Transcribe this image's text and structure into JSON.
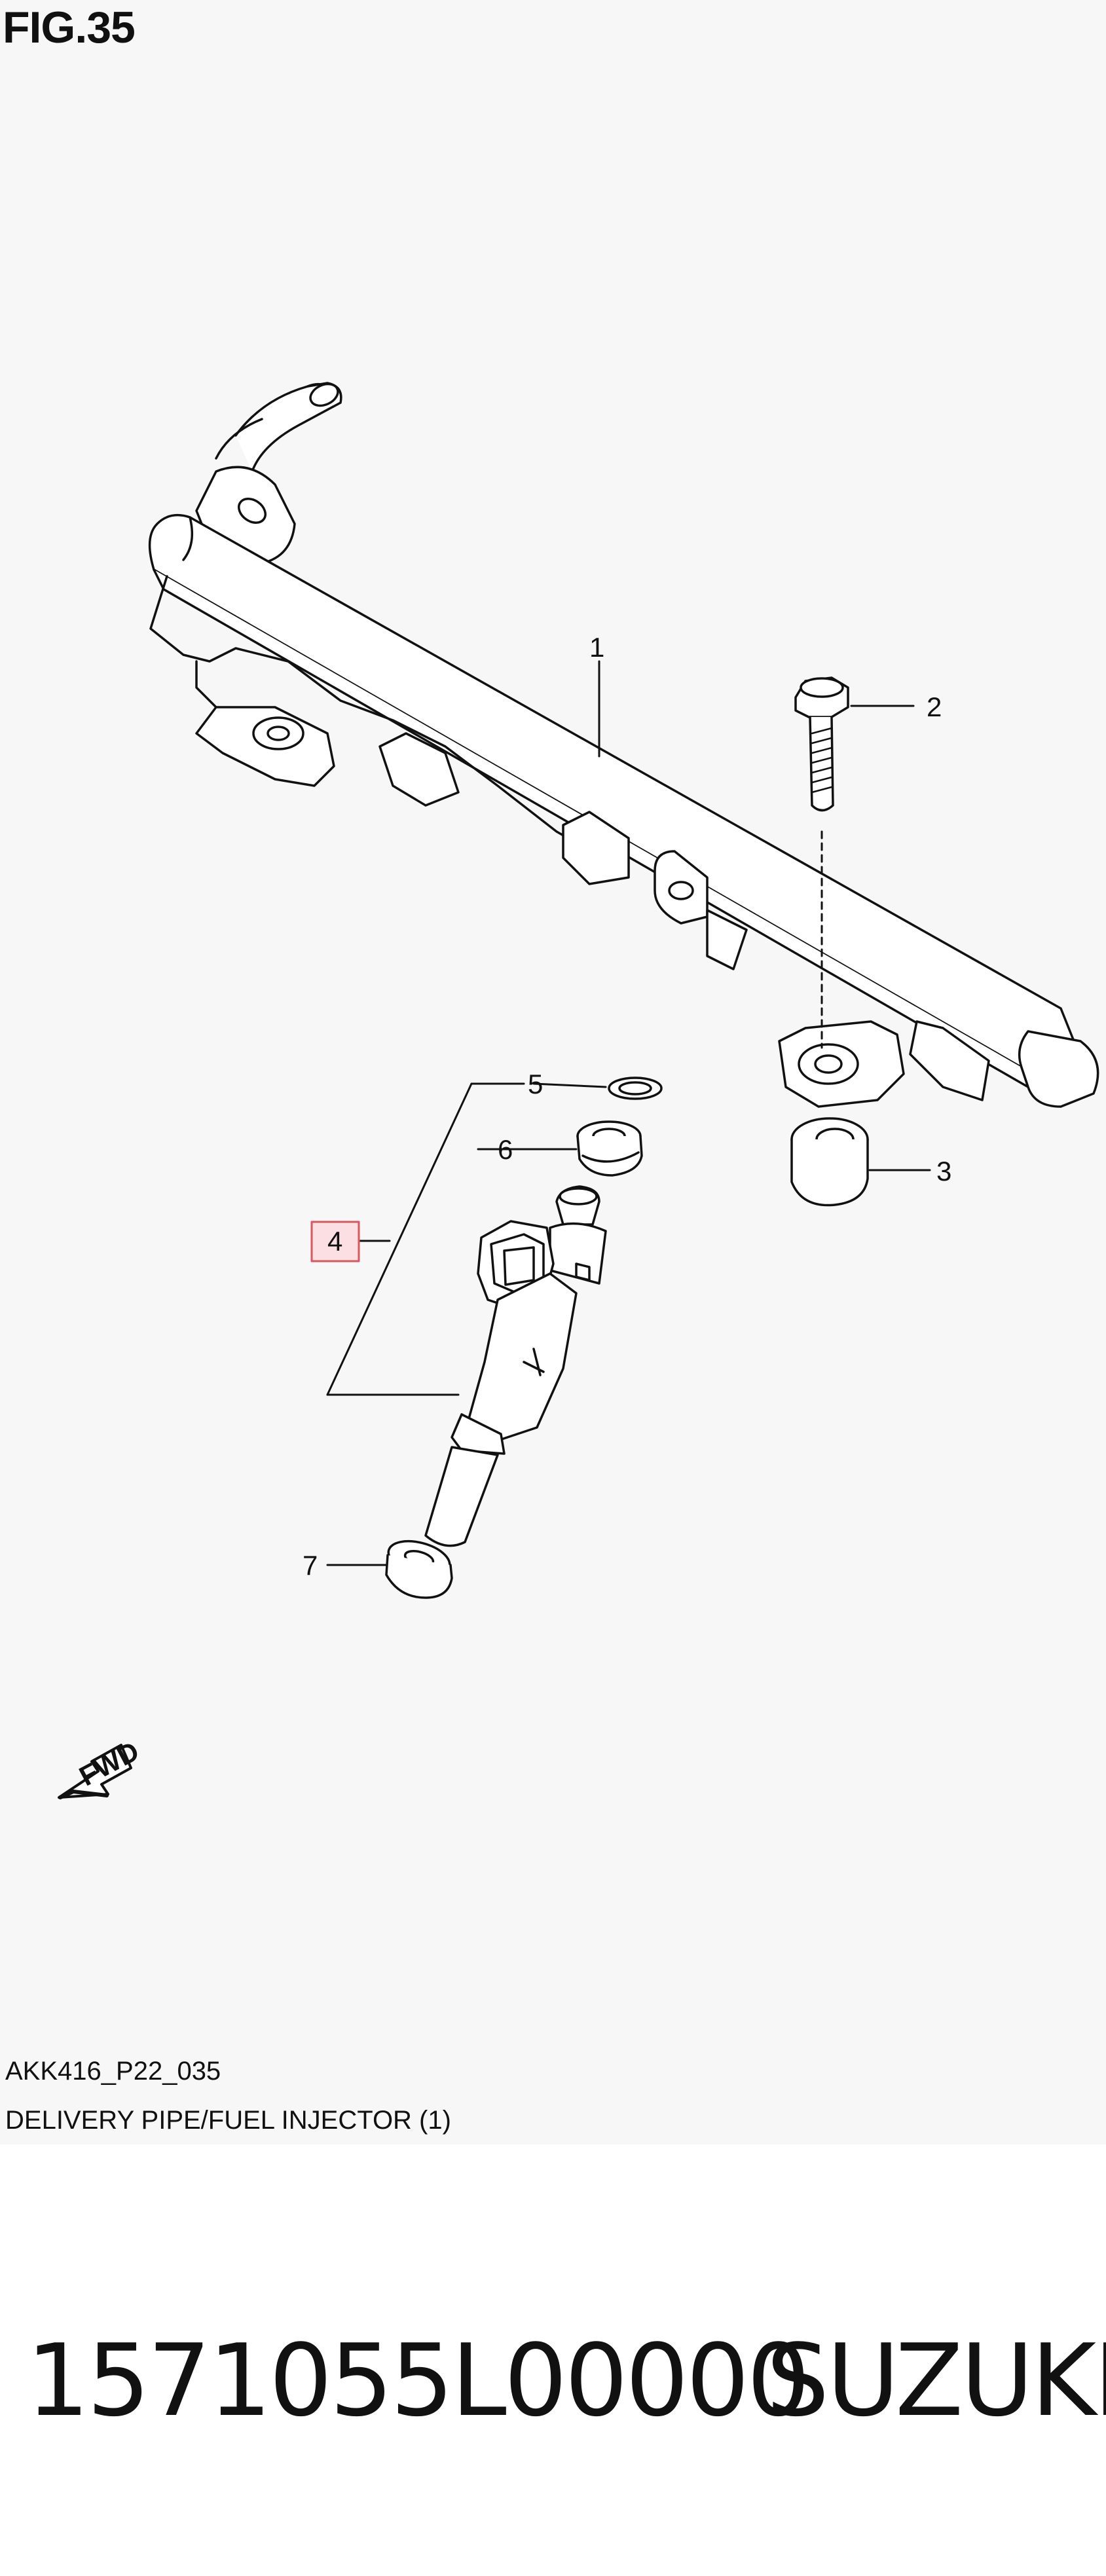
{
  "figure": {
    "title": "FIG.35"
  },
  "callouts": {
    "c1": "1",
    "c2": "2",
    "c3": "3",
    "c4": "4",
    "c5": "5",
    "c6": "6",
    "c7": "7"
  },
  "direction_badge": {
    "label": "FWD"
  },
  "reference": {
    "code": "AKK416_P22_035",
    "caption": "DELIVERY PIPE/FUEL INJECTOR (1)"
  },
  "footer": {
    "part_number": "1571055L00000",
    "brand": "SUZUKI"
  },
  "colors": {
    "sheet_background": "#f7f7f7",
    "highlight_box_fill": "#fbdfe3",
    "highlight_box_stroke": "#d9575f",
    "line": "#111111"
  }
}
